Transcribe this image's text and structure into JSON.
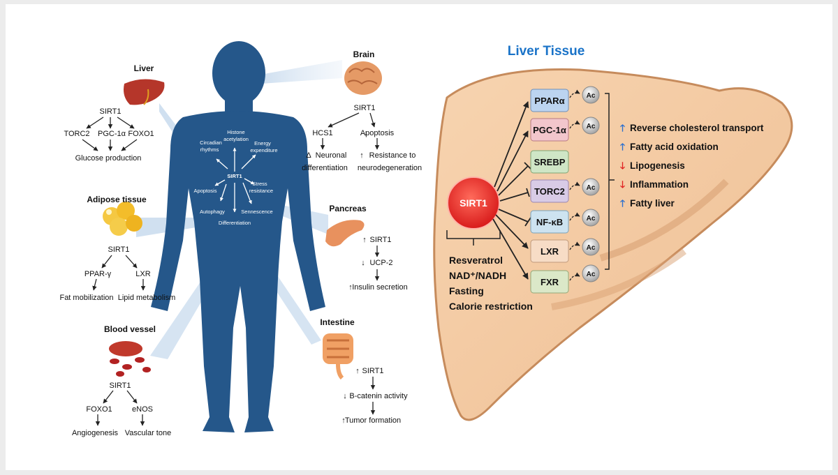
{
  "left_panel": {
    "brain": {
      "title": "Brain",
      "sirt1": "SIRT1",
      "hcs1": "HCS1",
      "apoptosis": "Apoptosis",
      "neuronal_line1": "Neuronal",
      "neuronal_line2": "differentiation",
      "resistance_line1": "Resistance to",
      "resistance_line2": "neurodegeneration"
    },
    "liver": {
      "title": "Liver",
      "sirt1": "SIRT1",
      "torc2": "TORC2",
      "pgc": "PGC-1α",
      "foxo1": "FOXO1",
      "result": "Glucose production"
    },
    "adipose": {
      "title": "Adipose tissue",
      "sirt1": "SIRT1",
      "ppar": "PPAR-γ",
      "lxr": "LXR",
      "fat": "Fat mobilization",
      "lipid": "Lipid metabolism"
    },
    "blood_vessel": {
      "title": "Blood vessel",
      "sirt1": "SIRT1",
      "foxo1": "FOXO1",
      "enos": "eNOS",
      "angio": "Angiogenesis",
      "tone": "Vascular tone"
    },
    "pancreas": {
      "title": "Pancreas",
      "sirt1": "SIRT1",
      "ucp2": "UCP-2",
      "insulin": "Insulin secretion"
    },
    "intestine": {
      "title": "Intestine",
      "sirt1": "SIRT1",
      "bcatenin": "B-catenin activity",
      "tumor": "Tumor formation"
    },
    "body_hub": {
      "center": "SIRT1",
      "histone_line1": "Histone",
      "histone_line2": "acetylation",
      "energy_line1": "Energy",
      "energy_line2": "expenditure",
      "circadian_line1": "Circadian",
      "circadian_line2": "rhythms",
      "stress_line1": "Stress",
      "stress_line2": "resistance",
      "apoptosis": "Apoptosis",
      "autophagy": "Autophagy",
      "senescence": "Sennescence",
      "differentiation": "Differentiation"
    }
  },
  "right_panel": {
    "title": "Liver Tissue",
    "sirt1": "SIRT1",
    "targets": [
      "PPARα",
      "PGC-1α",
      "SREBP",
      "TORC2",
      "NF-κB",
      "LXR",
      "FXR"
    ],
    "acetyl_label": "Ac",
    "activators": [
      "Resveratrol",
      "NAD⁺/NADH",
      "Fasting",
      "Calorie restriction"
    ],
    "effects": [
      {
        "direction": "up",
        "label": "Reverse cholesterol transport"
      },
      {
        "direction": "up",
        "label": "Fatty acid oxidation"
      },
      {
        "direction": "down",
        "label": "Lipogenesis"
      },
      {
        "direction": "down",
        "label": "Inflammation"
      },
      {
        "direction": "up",
        "label": "Fatty liver"
      }
    ]
  },
  "colors": {
    "body": "#25578a",
    "liver_fill": "#f4c9a0",
    "title_blue": "#1a73c8",
    "sirt1_red": "#e53935",
    "arrow_up": "#2a6fcf",
    "arrow_down": "#e02020"
  }
}
